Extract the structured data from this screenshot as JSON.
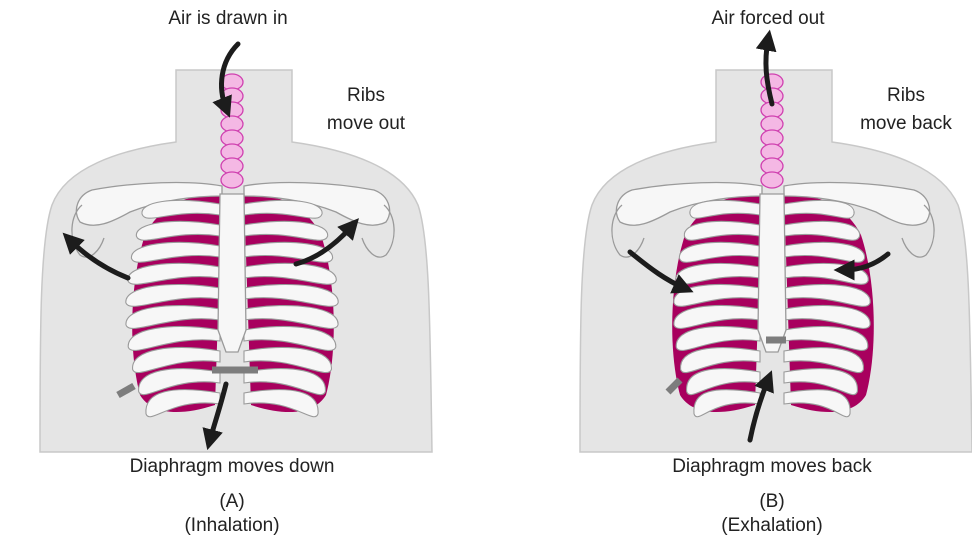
{
  "panels": [
    {
      "id": "inhalation",
      "top_label": "Air is drawn in",
      "rib_label_line1": "Ribs",
      "rib_label_line2": "move out",
      "bottom_label": "Diaphragm moves down",
      "letter": "(A)",
      "caption": "(Inhalation)"
    },
    {
      "id": "exhalation",
      "top_label": "Air forced out",
      "rib_label_line1": "Ribs",
      "rib_label_line2": "move back",
      "bottom_label": "Diaphragm moves back",
      "letter": "(B)",
      "caption": "(Exhalation)"
    }
  ],
  "colors": {
    "body": "#e5e5e5",
    "body_outline": "#c8c8c8",
    "bone": "#f7f7f7",
    "bone_outline": "#9a9a9a",
    "lung": "#a8005e",
    "trachea": "#f4b8e4",
    "trachea_outline": "#d040b0",
    "diaphragm": "#7d7d7d",
    "arrow": "#1c1c1c",
    "text": "#222222"
  }
}
